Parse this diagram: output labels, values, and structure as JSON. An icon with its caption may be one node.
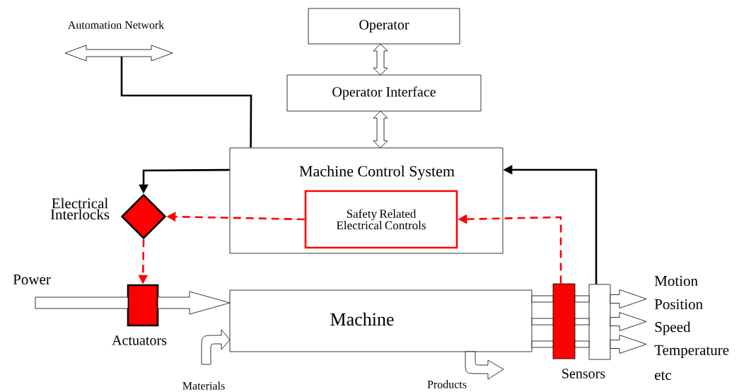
{
  "diagram": {
    "nodes": [
      {
        "text": [
          "Automation Network"
        ]
      },
      {
        "text": [
          "Operator"
        ]
      },
      {
        "text": [
          "Operator Interface"
        ]
      },
      {
        "text": [
          "Machine Control System"
        ]
      },
      {
        "text": [
          "Safety Related Electrical Controls"
        ],
        "in": 3
      },
      {
        "text": [
          "Electrical Interlocks"
        ]
      },
      {
        "text": [
          "Actuators"
        ]
      },
      {
        "text": [
          "Machine"
        ]
      },
      {
        "text": [
          "Sensors"
        ]
      },
      {
        "text": [],
        "shape": "box"
      }
    ],
    "edges": [
      {
        "from": 1,
        "to": 2,
        "arrow": "both"
      },
      {
        "from": 2,
        "to": 3,
        "arrow": "both"
      },
      {
        "from": 3,
        "to": 0,
        "arrow": "none"
      },
      {
        "from": 3,
        "to": 5,
        "arrow": "to"
      },
      {
        "from": 4,
        "to": 5,
        "arrow": "to",
        "style": "dashed",
        "color": "#ff0000"
      },
      {
        "from": 5,
        "to": 6,
        "arrow": "to",
        "style": "dashed",
        "color": "#ff0000"
      },
      {
        "from": 8,
        "to": 4,
        "arrow": "to",
        "style": "dashed",
        "color": "#ff0000"
      },
      {
        "from": 9,
        "to": 3,
        "arrow": "to"
      },
      {
        "from": null,
        "to": 6,
        "arrow": "none"
      },
      {
        "from": 6,
        "to": 7,
        "arrow": "to"
      },
      {
        "from": null,
        "to": 7,
        "arrow": "to"
      },
      {
        "from": 7,
        "to": null,
        "arrow": "to"
      },
      {
        "from": 7,
        "to": 8,
        "arrow": "none"
      },
      {
        "from": 7,
        "to": 8,
        "arrow": "none"
      },
      {
        "from": 7,
        "to": 8,
        "arrow": "none"
      },
      {
        "from": 8,
        "to": 9,
        "arrow": "none"
      },
      {
        "from": 8,
        "to": 9,
        "arrow": "none"
      },
      {
        "from": 8,
        "to": 9,
        "arrow": "none"
      },
      {
        "from": 9,
        "to": null,
        "arrow": "to"
      },
      {
        "from": 9,
        "to": null,
        "arrow": "to"
      },
      {
        "from": 9,
        "to": null,
        "arrow": "to"
      }
    ],
    "labels": [
      "Power",
      "Materials",
      "Products",
      "Motion",
      "Position",
      "Speed",
      "Temperature",
      "etc"
    ]
  }
}
